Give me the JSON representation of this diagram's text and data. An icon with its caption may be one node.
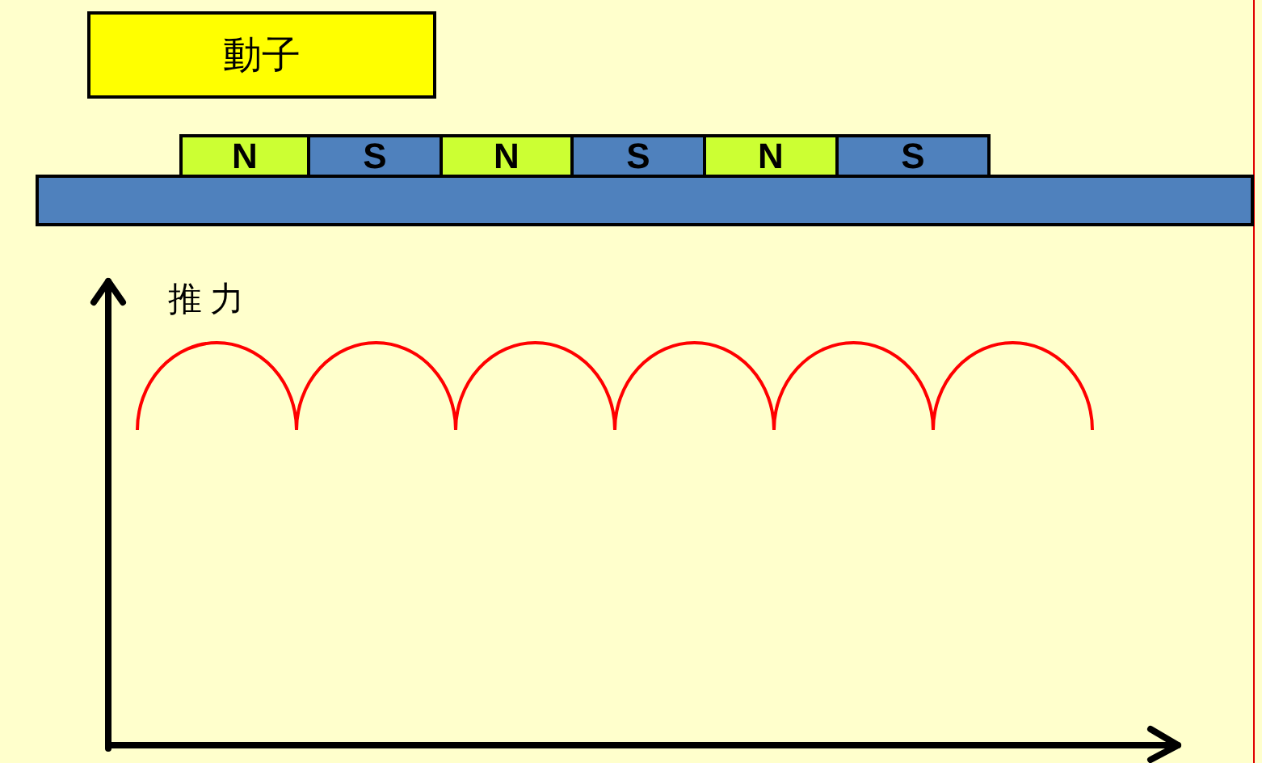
{
  "diagram": {
    "nodes": [
      {
        "text": [
          "動子"
        ]
      },
      {
        "text": [
          "N"
        ]
      },
      {
        "text": [
          "S"
        ]
      },
      {
        "text": [
          "N"
        ]
      },
      {
        "text": [
          "S"
        ]
      },
      {
        "text": [
          "N"
        ]
      },
      {
        "text": [
          "S"
        ]
      },
      {
        "text": [],
        "shape": "bar"
      }
    ],
    "labels": [
      "推力"
    ]
  }
}
